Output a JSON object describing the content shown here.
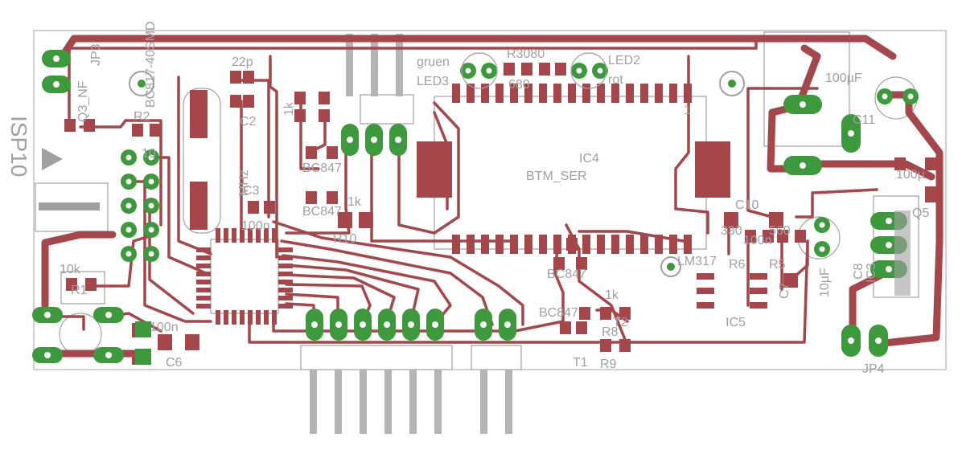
{
  "colors": {
    "copper": "#a5464a",
    "pad": "#3c9a3c",
    "silk": "#a0a0a0",
    "pin": "#b4b4b4",
    "bg": "#ffffff"
  },
  "labels": {
    "jp3": "JP3",
    "gnd": "BC817-40SMD",
    "q3": "Q3_NF",
    "r2": "R2",
    "r2v": "10",
    "isp": "ISP10",
    "tenk": "10k",
    "cap22p": "22p",
    "c2": "C2",
    "onek_a": "1k",
    "c3": "C3",
    "mhz": "MHz",
    "hundred_n_a": "100n",
    "bc847_a": "BC847",
    "bc847_b": "BC847",
    "onek_b": "1k",
    "r10": "R10",
    "gruen": "gruen",
    "led3": "LED3",
    "r3080": "R3080",
    "led2": "LED2",
    "rot": "rot",
    "r680": "680",
    "one": "1",
    "ic4": "IC4",
    "btm": "BTM_SER",
    "hundred_uf_a": "100µF",
    "c11": "C11",
    "hundred_uf_b": "100µ",
    "c10": "C10",
    "r330": "330",
    "r560": "560",
    "r100n": "100n",
    "lm": "LM317",
    "r6": "R6",
    "r5": "R5",
    "c7": "C7",
    "ten_uf": "10µF",
    "c8": "C8",
    "ic5": "IC5",
    "ic3": "IC3",
    "jp4": "JP4",
    "q5": "Q5",
    "bc847_c": "BC847",
    "bc847_d": "BC847",
    "onek_c": "1k",
    "r8": "R8",
    "r9": "R9",
    "t1": "T1",
    "t2": "T2",
    "hundred_n_b": "100n",
    "c6": "C6",
    "r1": "R1"
  }
}
